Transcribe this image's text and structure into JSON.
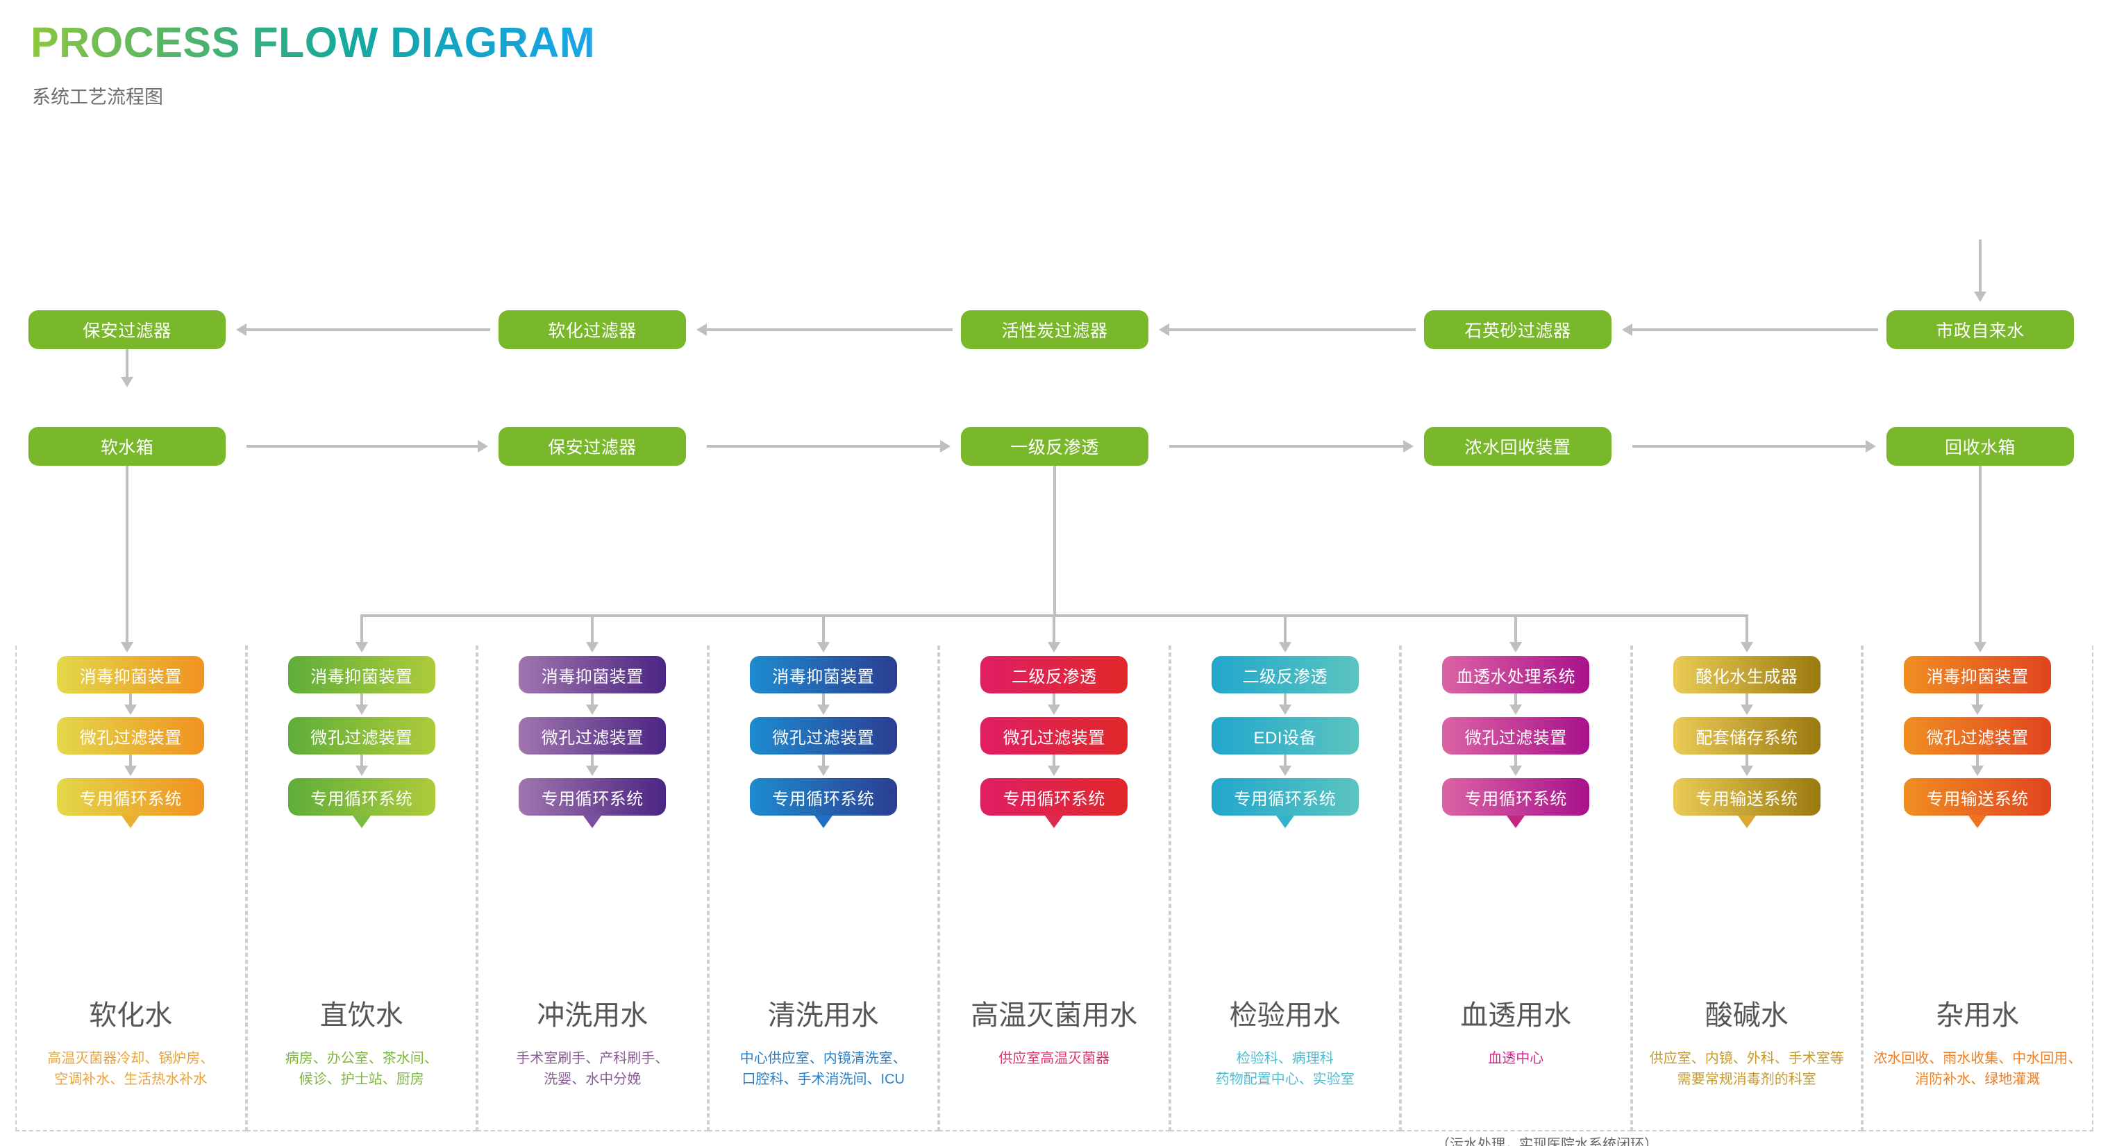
{
  "header": {
    "title": "PROCESS FLOW DIAGRAM",
    "subtitle": "系统工艺流程图"
  },
  "colors": {
    "green": "#7AB82B",
    "line": "#bfbfbf",
    "title_gradient_start": "#8CC63E",
    "title_gradient_end": "#1AA7E8"
  },
  "pretreatment_row": {
    "nodes": [
      {
        "label": "保安过滤器"
      },
      {
        "label": "软化过滤器"
      },
      {
        "label": "活性炭过滤器"
      },
      {
        "label": "石英砂过滤器"
      },
      {
        "label": "市政自来水"
      }
    ]
  },
  "ro_row": {
    "nodes": [
      {
        "label": "软水箱"
      },
      {
        "label": "保安过滤器"
      },
      {
        "label": "一级反渗透"
      },
      {
        "label": "浓水回收装置"
      },
      {
        "label": "回收水箱"
      }
    ]
  },
  "columns": [
    {
      "title": "软化水",
      "desc": "高温灭菌器冷却、锅炉房、\n空调补水、生活热水补水",
      "desc_color": "#E8A33D",
      "tip_color": "#E8B02E",
      "grad_from": "#E3D84A",
      "grad_to": "#F0921F",
      "steps": [
        "消毒抑菌装置",
        "微孔过滤装置",
        "专用循环系统"
      ]
    },
    {
      "title": "直饮水",
      "desc": "病房、办公室、茶水间、\n候诊、护士站、厨房",
      "desc_color": "#7EB63F",
      "tip_color": "#7CBB3E",
      "grad_from": "#5FAE3A",
      "grad_to": "#AECB3B",
      "steps": [
        "消毒抑菌装置",
        "微孔过滤装置",
        "专用循环系统"
      ]
    },
    {
      "title": "冲洗用水",
      "desc": "手术室刷手、产科刷手、\n洗婴、水中分娩",
      "desc_color": "#8D5C9A",
      "tip_color": "#7B4E9E",
      "grad_from": "#A075AE",
      "grad_to": "#4B2583",
      "steps": [
        "消毒抑菌装置",
        "微孔过滤装置",
        "专用循环系统"
      ]
    },
    {
      "title": "清洗用水",
      "desc": "中心供应室、内镜清洗室、\n口腔科、手术消洗间、ICU",
      "desc_color": "#2A7FC4",
      "tip_color": "#1F6FC6",
      "grad_from": "#1E8BD0",
      "grad_to": "#2B3E92",
      "steps": [
        "消毒抑菌装置",
        "微孔过滤装置",
        "专用循环系统"
      ]
    },
    {
      "title": "高温灭菌用水",
      "desc": "供应室高温灭菌器",
      "desc_color": "#E0336B",
      "tip_color": "#DA2A54",
      "grad_from": "#E01F64",
      "grad_to": "#E0282A",
      "steps": [
        "二级反渗透",
        "微孔过滤装置",
        "专用循环系统"
      ]
    },
    {
      "title": "检验用水",
      "desc": "检验科、病理科\n药物配置中心、实验室",
      "desc_color": "#4FBDD0",
      "tip_color": "#31B3CD",
      "grad_from": "#22A7CC",
      "grad_to": "#5BC4C0",
      "steps": [
        "二级反渗透",
        "EDI设备",
        "专用循环系统"
      ]
    },
    {
      "title": "血透用水",
      "desc": "血透中心",
      "desc_color": "#D4258F",
      "tip_color": "#C2267F",
      "grad_from": "#DB64A4",
      "grad_to": "#A8128C",
      "steps": [
        "血透水处理系统",
        "微孔过滤装置",
        "专用循环系统"
      ]
    },
    {
      "title": "酸碱水",
      "desc": "供应室、内镜、外科、手术室等\n需要常规消毒剂的科室",
      "desc_color": "#C79A2C",
      "tip_color": "#DCA92F",
      "grad_from": "#EACB55",
      "grad_to": "#9B7A10",
      "steps": [
        "酸化水生成器",
        "配套储存系统",
        "专用输送系统"
      ]
    },
    {
      "title": "杂用水",
      "desc": "浓水回收、雨水收集、中水回用、\n消防补水、绿地灌溉",
      "desc_color": "#EE8023",
      "tip_color": "#EE7422",
      "grad_from": "#F08E22",
      "grad_to": "#E14420",
      "steps": [
        "消毒抑菌装置",
        "微孔过滤装置",
        "专用输送系统"
      ]
    }
  ],
  "footer": {
    "note": "（污水处理，实现医院水系统闭环）"
  }
}
